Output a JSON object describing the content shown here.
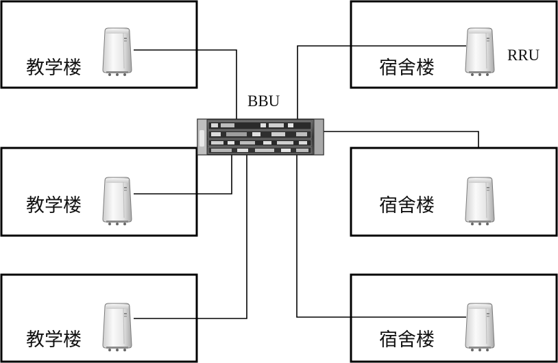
{
  "labels": {
    "bbu": "BBU",
    "rru": "RRU"
  },
  "buildings": [
    {
      "name": "教学楼"
    },
    {
      "name": "教学楼"
    },
    {
      "name": "教学楼"
    },
    {
      "name": "宿舍楼"
    },
    {
      "name": "宿舍楼"
    },
    {
      "name": "宿舍楼"
    }
  ],
  "icons": {
    "rru": "rru-unit-icon",
    "bbu": "bbu-chassis-icon"
  }
}
